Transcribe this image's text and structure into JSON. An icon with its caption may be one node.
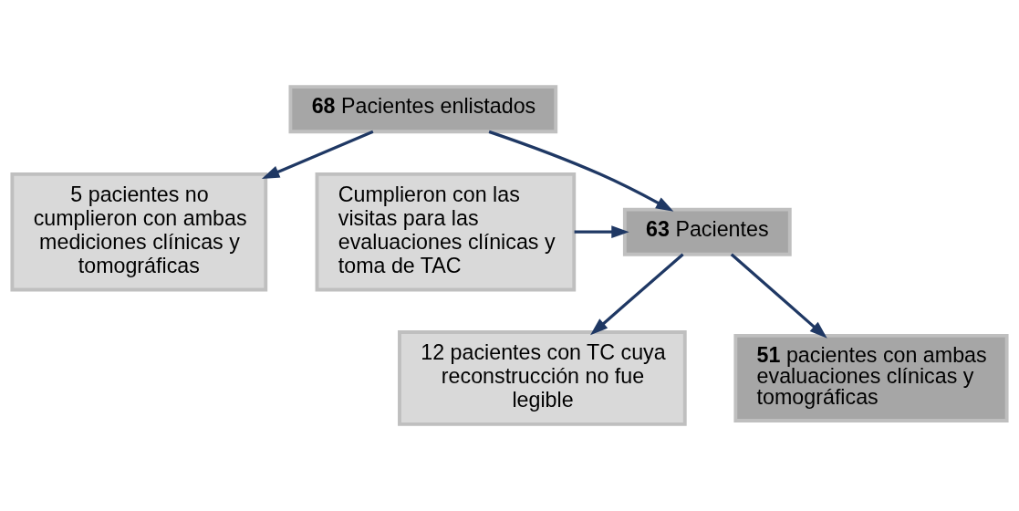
{
  "diagram": {
    "nodes": [
      {
        "text": [
          "**68** Pacientes enlistados"
        ]
      },
      {
        "text": [
          "5 pacientes no cumplieron con ambas mediciones clínicas y tomográficas"
        ]
      },
      {
        "text": [
          "**63** Pacientes"
        ]
      },
      {
        "text": [
          "Cumplieron con las visitas para las evaluaciones clínicas y toma de TAC"
        ]
      },
      {
        "text": [
          "12 pacientes con TC cuya reconstrucción no fue legible"
        ]
      },
      {
        "text": [
          "**51** pacientes con ambas evaluaciones clínicas y tomográficas"
        ]
      }
    ],
    "edges": [
      {
        "from": 0,
        "to": 2,
        "arrow": "to"
      },
      {
        "from": 0,
        "to": 1,
        "arrow": "to"
      },
      {
        "from": 3,
        "to": 2,
        "arrow": "to"
      },
      {
        "from": 2,
        "to": 4,
        "arrow": "to"
      },
      {
        "from": 2,
        "to": 5,
        "arrow": "to"
      }
    ]
  }
}
